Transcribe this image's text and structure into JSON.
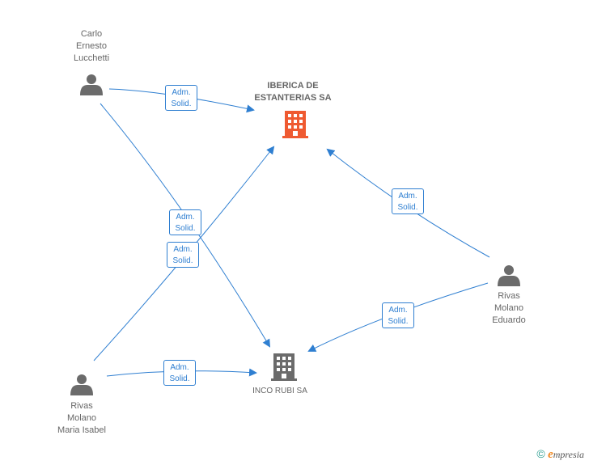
{
  "persons": {
    "carlo": "Carlo\nErnesto\nLucchetti",
    "eduardo": "Rivas\nMolano\nEduardo",
    "isabel": "Rivas\nMolano\nMaria Isabel"
  },
  "companies": {
    "iberica": "IBERICA DE\nESTANTERIAS SA",
    "inco": "INCO RUBI SA"
  },
  "relation": {
    "line1": "Adm.",
    "line2": "Solid."
  },
  "colors": {
    "edge": "#2f7fd1",
    "person": "#6b6b6b",
    "company_main": "#ef5a31",
    "company_other": "#6b6b6b"
  },
  "icons": {
    "person": "person-icon",
    "company": "building-icon"
  },
  "brand": {
    "copyright": "©",
    "initial": "e",
    "rest": "mpresia"
  }
}
